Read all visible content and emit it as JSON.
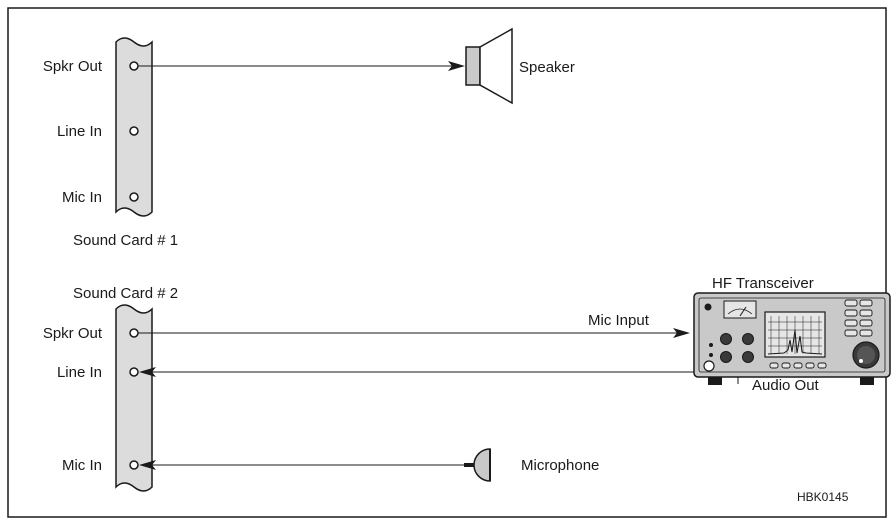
{
  "sound_card_1": {
    "caption": "Sound Card # 1",
    "ports": [
      "Spkr Out",
      "Line In",
      "Mic In"
    ]
  },
  "sound_card_2": {
    "caption": "Sound Card # 2",
    "ports": [
      "Spkr Out",
      "Line In",
      "Mic In"
    ]
  },
  "devices": {
    "speaker": "Speaker",
    "transceiver": "HF Transceiver",
    "microphone": "Microphone",
    "meter_icon": "meter-icon"
  },
  "connections": {
    "mic_input": "Mic Input",
    "audio_out": "Audio Out"
  },
  "figure_code": "HBK0145",
  "colors": {
    "card_fill": "#dcdcdc",
    "line": "#1a1a1a",
    "device_fill": "#c9c9c9",
    "panel_fill": "#e6e6e6"
  }
}
